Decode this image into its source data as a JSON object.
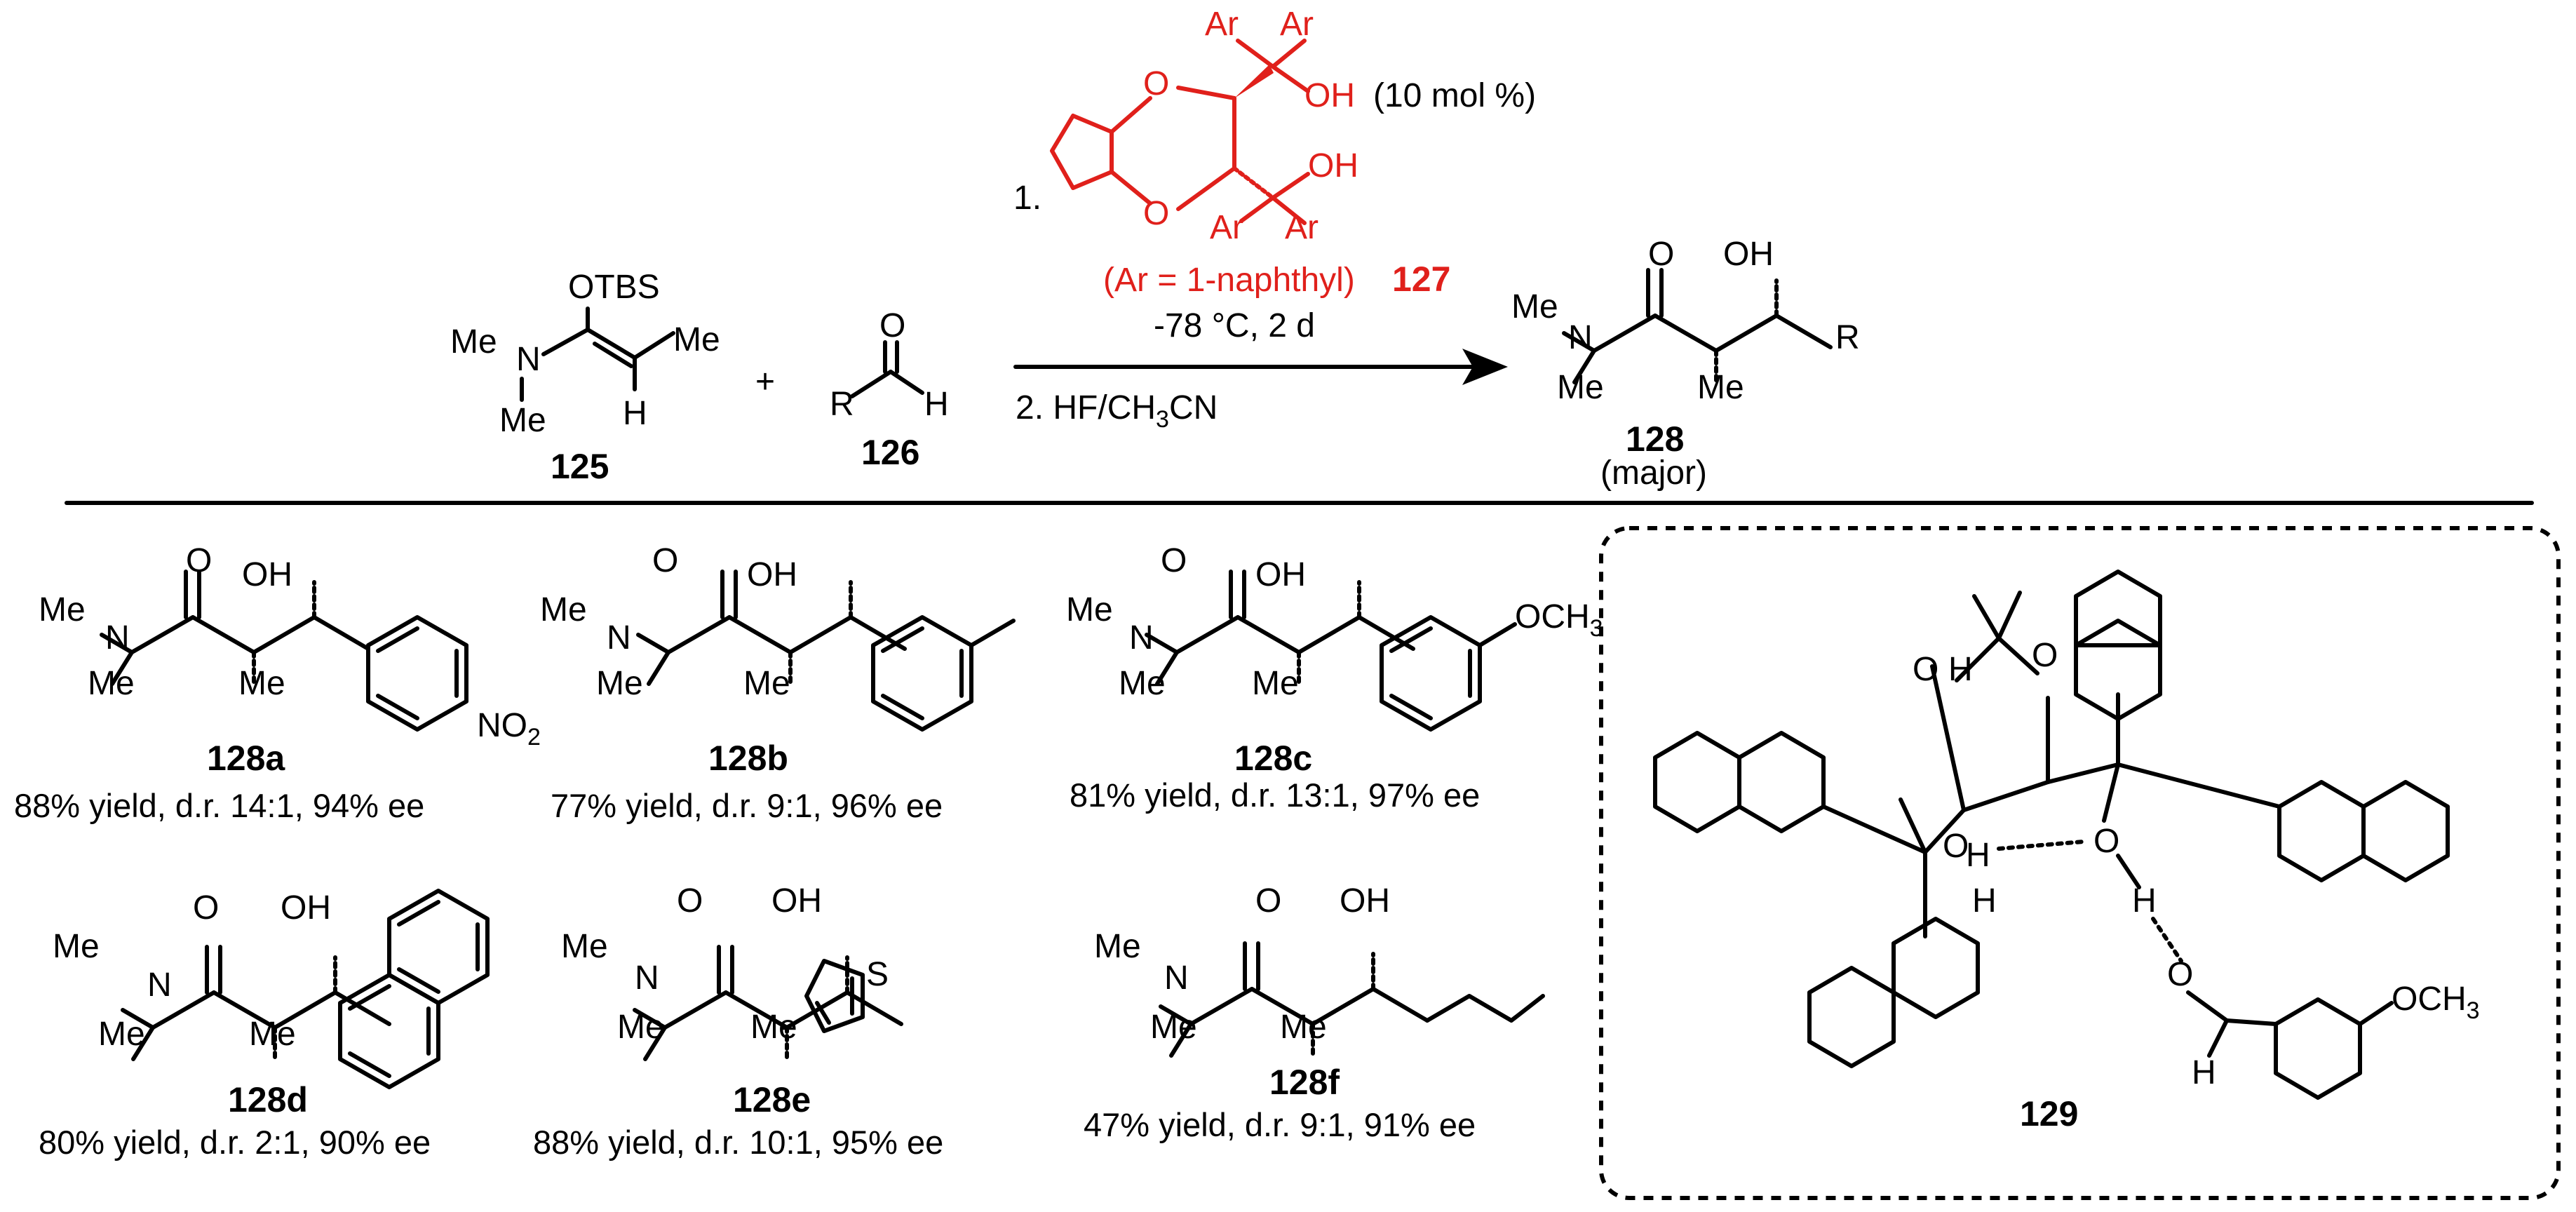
{
  "reaction": {
    "step1_number": "1.",
    "step2": "2. HF/CH3CN",
    "catalyst_loading": "(10 mol %)",
    "catalyst_ar_note": "(Ar = 1-naphthyl)",
    "catalyst_id": "127",
    "conditions": "-78 °C, 2 d",
    "reactant1_id": "125",
    "reactant2_id": "126",
    "product_id": "128",
    "product_note": "(major)",
    "plus": "+"
  },
  "atoms": {
    "otbs": "OTBS",
    "me": "Me",
    "me_n": "Me",
    "n": "N",
    "h": "H",
    "o": "O",
    "oh": "OH",
    "r": "R",
    "ar": "Ar",
    "och3": "OCH3",
    "no2": "NO2",
    "s": "S"
  },
  "products": [
    {
      "id": "128a",
      "result": "88% yield, d.r. 14:1, 94% ee"
    },
    {
      "id": "128b",
      "result": "77% yield, d.r. 9:1, 96% ee"
    },
    {
      "id": "128c",
      "result": "81% yield, d.r. 13:1, 97% ee"
    },
    {
      "id": "128d",
      "result": "80% yield, d.r. 2:1, 90% ee"
    },
    {
      "id": "128e",
      "result": "88% yield, d.r. 10:1, 95% ee"
    },
    {
      "id": "128f",
      "result": "47% yield, d.r. 9:1, 91% ee"
    }
  ],
  "transition_state": {
    "id": "129"
  },
  "colors": {
    "catalyst": "#e0201b",
    "ink": "#000000"
  }
}
